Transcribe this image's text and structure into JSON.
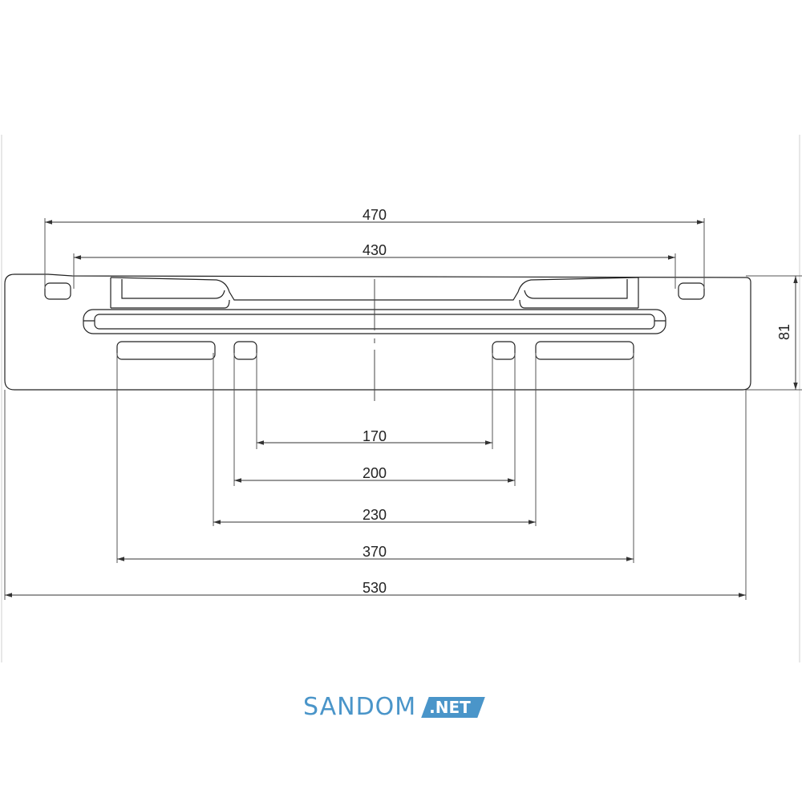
{
  "dimensions": {
    "d470": "470",
    "d430": "430",
    "d81": "81",
    "d170": "170",
    "d200": "200",
    "d230": "230",
    "d370": "370",
    "d530": "530"
  },
  "logo": {
    "word": "SANDOM",
    "badge": ".NET",
    "color": "#4a95c9"
  }
}
